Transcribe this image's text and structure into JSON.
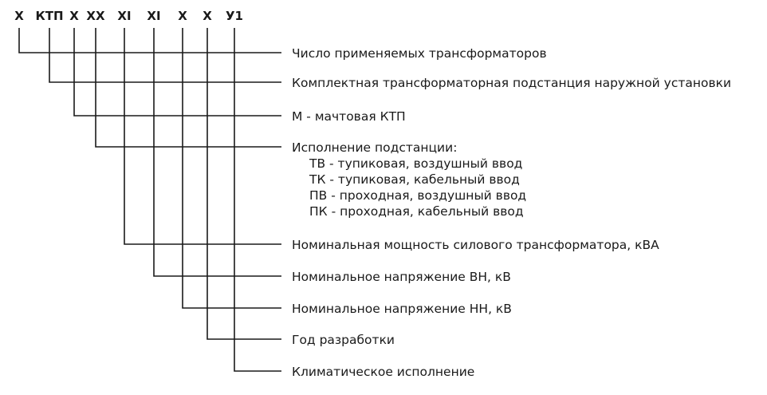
{
  "code": {
    "parts": [
      "X",
      "КТП",
      "X",
      "XX",
      "XI",
      "XI",
      "X",
      "X",
      "У1"
    ]
  },
  "descriptions": [
    {
      "lines": [
        "Число применяемых трансформаторов"
      ]
    },
    {
      "lines": [
        "Комплектная трансформаторная подстанция наружной установки"
      ]
    },
    {
      "lines": [
        "М - мачтовая КТП"
      ]
    },
    {
      "lines": [
        "Исполнение подстанции:",
        "ТВ - тупиковая, воздушный ввод",
        "ТК - тупиковая, кабельный ввод",
        "ПВ - проходная, воздушный ввод",
        "ПК - проходная, кабельный ввод"
      ]
    },
    {
      "lines": [
        "Номинальная мощность силового трансформатора, кВА"
      ]
    },
    {
      "lines": [
        "Номинальное напряжение ВН, кВ"
      ]
    },
    {
      "lines": [
        "Номинальное напряжение НН, кВ"
      ]
    },
    {
      "lines": [
        "Год разработки"
      ]
    },
    {
      "lines": [
        "Климатическое исполнение"
      ]
    }
  ]
}
